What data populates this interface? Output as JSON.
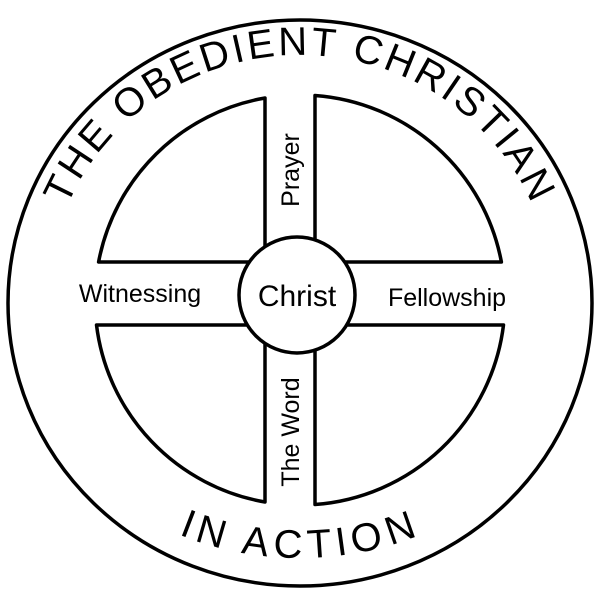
{
  "diagram": {
    "title_top": "THE OBEDIENT CHRISTIAN",
    "title_bottom": "IN ACTION",
    "center": "Christ",
    "arms": {
      "top": "Prayer",
      "bottom": "The Word",
      "left": "Witnessing",
      "right": "Fellowship"
    }
  }
}
